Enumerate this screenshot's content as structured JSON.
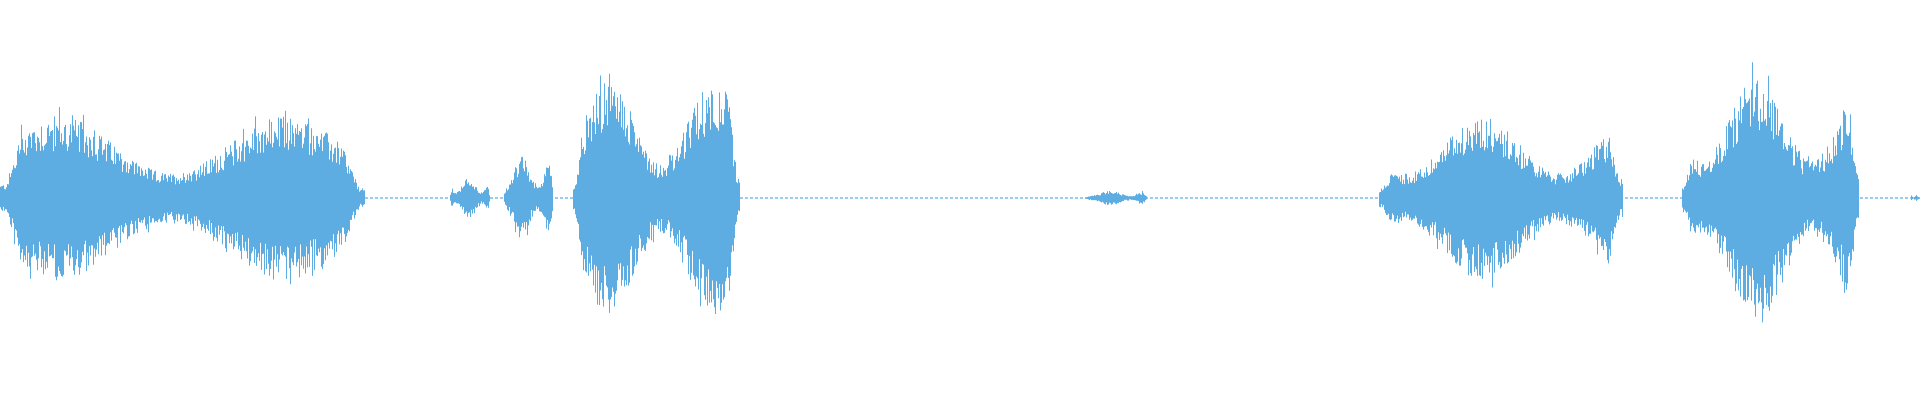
{
  "waveform": {
    "color": "#5dade2",
    "background": "#ffffff",
    "baseline_amplitude": 0.006,
    "segments": [
      {
        "start": 0.0,
        "end": 0.19,
        "amplitude": 0.55
      },
      {
        "start": 0.234,
        "end": 0.255,
        "amplitude": 0.14
      },
      {
        "start": 0.262,
        "end": 0.288,
        "amplitude": 0.28
      },
      {
        "start": 0.298,
        "end": 0.385,
        "amplitude": 0.78
      },
      {
        "start": 0.565,
        "end": 0.597,
        "amplitude": 0.05
      },
      {
        "start": 0.718,
        "end": 0.845,
        "amplitude": 0.55
      },
      {
        "start": 0.876,
        "end": 0.968,
        "amplitude": 0.82
      },
      {
        "start": 0.995,
        "end": 1.0,
        "amplitude": 0.02
      }
    ]
  }
}
